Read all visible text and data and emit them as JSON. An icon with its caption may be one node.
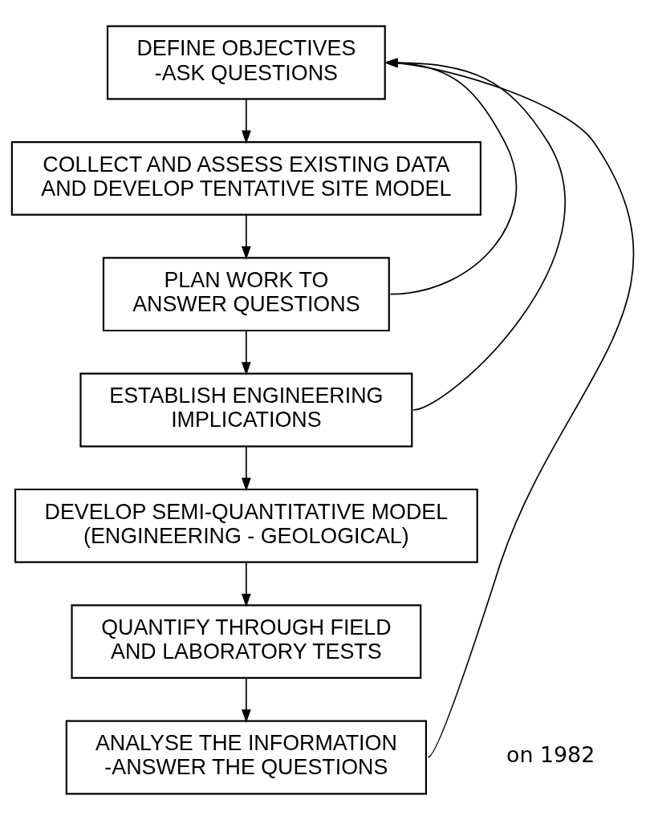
{
  "diagram": {
    "nodes": [
      {
        "text": [
          "DEFINE OBJECTIVES -ASK QUESTIONS"
        ]
      },
      {
        "text": [
          "COLLECT AND ASSESS EXISTING DATA AND DEVELOP TENTATIVE SITE MODEL"
        ]
      },
      {
        "text": [
          "PLAN WORK TO ANSWER QUESTIONS"
        ]
      },
      {
        "text": [
          "ESTABLISH ENGINEERING IMPLICATIONS"
        ]
      },
      {
        "text": [
          "DEVELOP SEMI-QUANTITATIVE MODEL (ENGINEERING - GEOLOGICAL)"
        ]
      },
      {
        "text": [
          "QUANTIFY THROUGH FIELD AND LABORATORY TESTS"
        ]
      },
      {
        "text": [
          "ANALYSE THE INFORMATION -ANSWER THE QUESTIONS"
        ]
      }
    ],
    "edges": [
      {
        "from": 0,
        "to": 1,
        "arrow": "to"
      },
      {
        "from": 1,
        "to": 2,
        "arrow": "to"
      },
      {
        "from": 2,
        "to": 3,
        "arrow": "to"
      },
      {
        "from": 3,
        "to": 4,
        "arrow": "to"
      },
      {
        "from": 4,
        "to": 5,
        "arrow": "to"
      },
      {
        "from": 5,
        "to": 6,
        "arrow": "to"
      },
      {
        "from": 2,
        "to": 0,
        "arrow": "to"
      },
      {
        "from": 3,
        "to": 0,
        "arrow": "to"
      },
      {
        "from": 6,
        "to": 0,
        "arrow": "to"
      }
    ],
    "labels": [
      "on 1982"
    ]
  }
}
